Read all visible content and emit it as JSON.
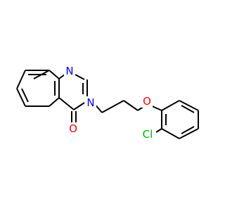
{
  "molecule": {
    "atoms": {
      "N1": {
        "label": "N",
        "color": "#0000ff"
      },
      "N3": {
        "label": "N",
        "color": "#0000ff"
      },
      "O4": {
        "label": "O",
        "color": "#ff0000"
      },
      "Oether": {
        "label": "O",
        "color": "#ff0000"
      },
      "Cl": {
        "label": "Cl",
        "color": "#00b000"
      }
    },
    "bond_color": "#000000",
    "background": "#ffffff"
  }
}
